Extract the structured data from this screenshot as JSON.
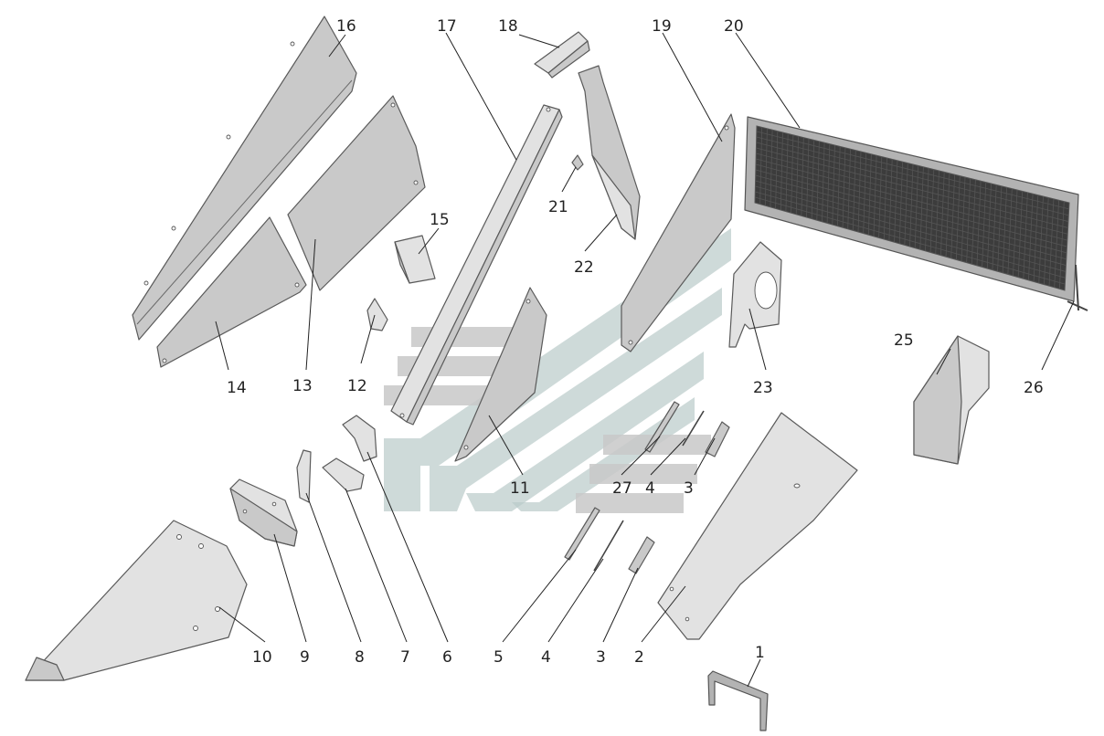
{
  "callouts": {
    "p1": "1",
    "p2": "2",
    "p3a": "3",
    "p3b": "3",
    "p4a": "4",
    "p4b": "4",
    "p5": "5",
    "p6": "6",
    "p7": "7",
    "p8": "8",
    "p9": "9",
    "p10": "10",
    "p11": "11",
    "p12": "12",
    "p13": "13",
    "p14": "14",
    "p15": "15",
    "p16": "16",
    "p17": "17",
    "p18": "18",
    "p19": "19",
    "p20": "20",
    "p21": "21",
    "p22": "22",
    "p23": "23",
    "p25": "25",
    "p26": "26",
    "p27": "27"
  }
}
